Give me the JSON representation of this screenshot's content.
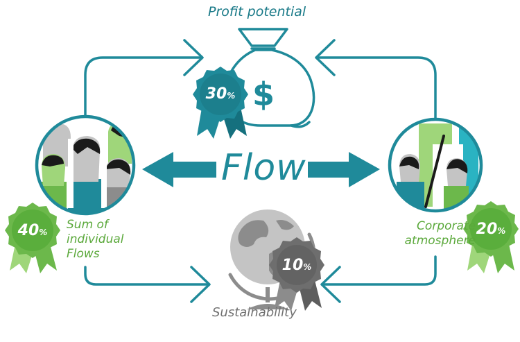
{
  "center_label": "Flow",
  "nodes": {
    "profit": {
      "label": "Profit potential",
      "percent": "30",
      "unit": "%",
      "symbol": "$"
    },
    "individual": {
      "label_lines": [
        "Sum of",
        "individual",
        "Flows"
      ],
      "percent": "40",
      "unit": "%"
    },
    "corporate": {
      "label_lines": [
        "Corporate",
        "atmosphere"
      ],
      "percent": "20",
      "unit": "%"
    },
    "sustainability": {
      "label": "Sustainability",
      "percent": "10",
      "unit": "%"
    }
  },
  "colors": {
    "teal": "#1f8a9a",
    "teal_dark": "#15707e",
    "teal_light": "#2ab3c2",
    "green": "#6cb84b",
    "green_light": "#9fd67a",
    "green_dark": "#4f9b34",
    "grey": "#8c8c8c",
    "grey_dark": "#5e5e5e",
    "grey_light": "#c4c4c4",
    "text_teal": "#1a7a88",
    "text_green": "#5aa83a",
    "text_grey": "#707070"
  }
}
